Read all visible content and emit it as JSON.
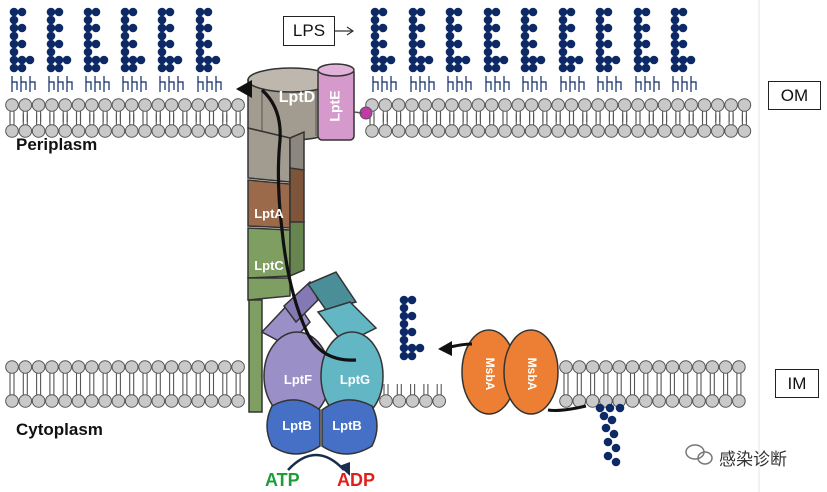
{
  "labels": {
    "lps": "LPS",
    "om": "OM",
    "im": "IM",
    "periplasm": "Periplasm",
    "cytoplasm": "Cytoplasm",
    "atp": "ATP",
    "adp": "ADP"
  },
  "proteins": {
    "lptd": "LptD",
    "lpte": "LptE",
    "lpta": "LptA",
    "lptc": "LptC",
    "lptf": "LptF",
    "lptg": "LptG",
    "lptb_left": "LptB",
    "lptb_right": "LptB",
    "msba_left": "MsbA",
    "msba_right": "MsbA"
  },
  "watermark": "感染诊断",
  "colors": {
    "lps": "#0d2a66",
    "membrane_head": "#c9c9c9",
    "lptd": "#a19b90",
    "lpte": "#d59acb",
    "lpta": "#9a6a4b",
    "lptc": "#7e9e62",
    "lptf": "#9b8fc8",
    "lptg": "#63b6c4",
    "lptb": "#4670c6",
    "msba": "#ec7f33",
    "atp": "#1e9c3a",
    "adp": "#e0201e"
  }
}
